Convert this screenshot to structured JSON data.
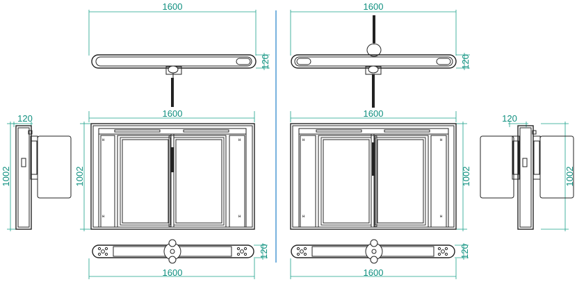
{
  "dimensions": {
    "width_top_left": "1600",
    "width_top_right": "1600",
    "height_top_left": "120",
    "height_top_right": "120",
    "width_front_left": "1600",
    "width_front_right": "1600",
    "height_front_left": "1002",
    "height_front_right": "1002",
    "side_width_left": "120",
    "side_height_left": "1002",
    "side_width_right": "120",
    "side_height_right": "1002",
    "width_bottom_left": "1600",
    "width_bottom_right": "1600",
    "height_bottom_left": "120",
    "height_bottom_right": "120"
  },
  "colors": {
    "dimension": "#19a08a",
    "outline": "#222222",
    "separator": "#1f7fc9"
  }
}
